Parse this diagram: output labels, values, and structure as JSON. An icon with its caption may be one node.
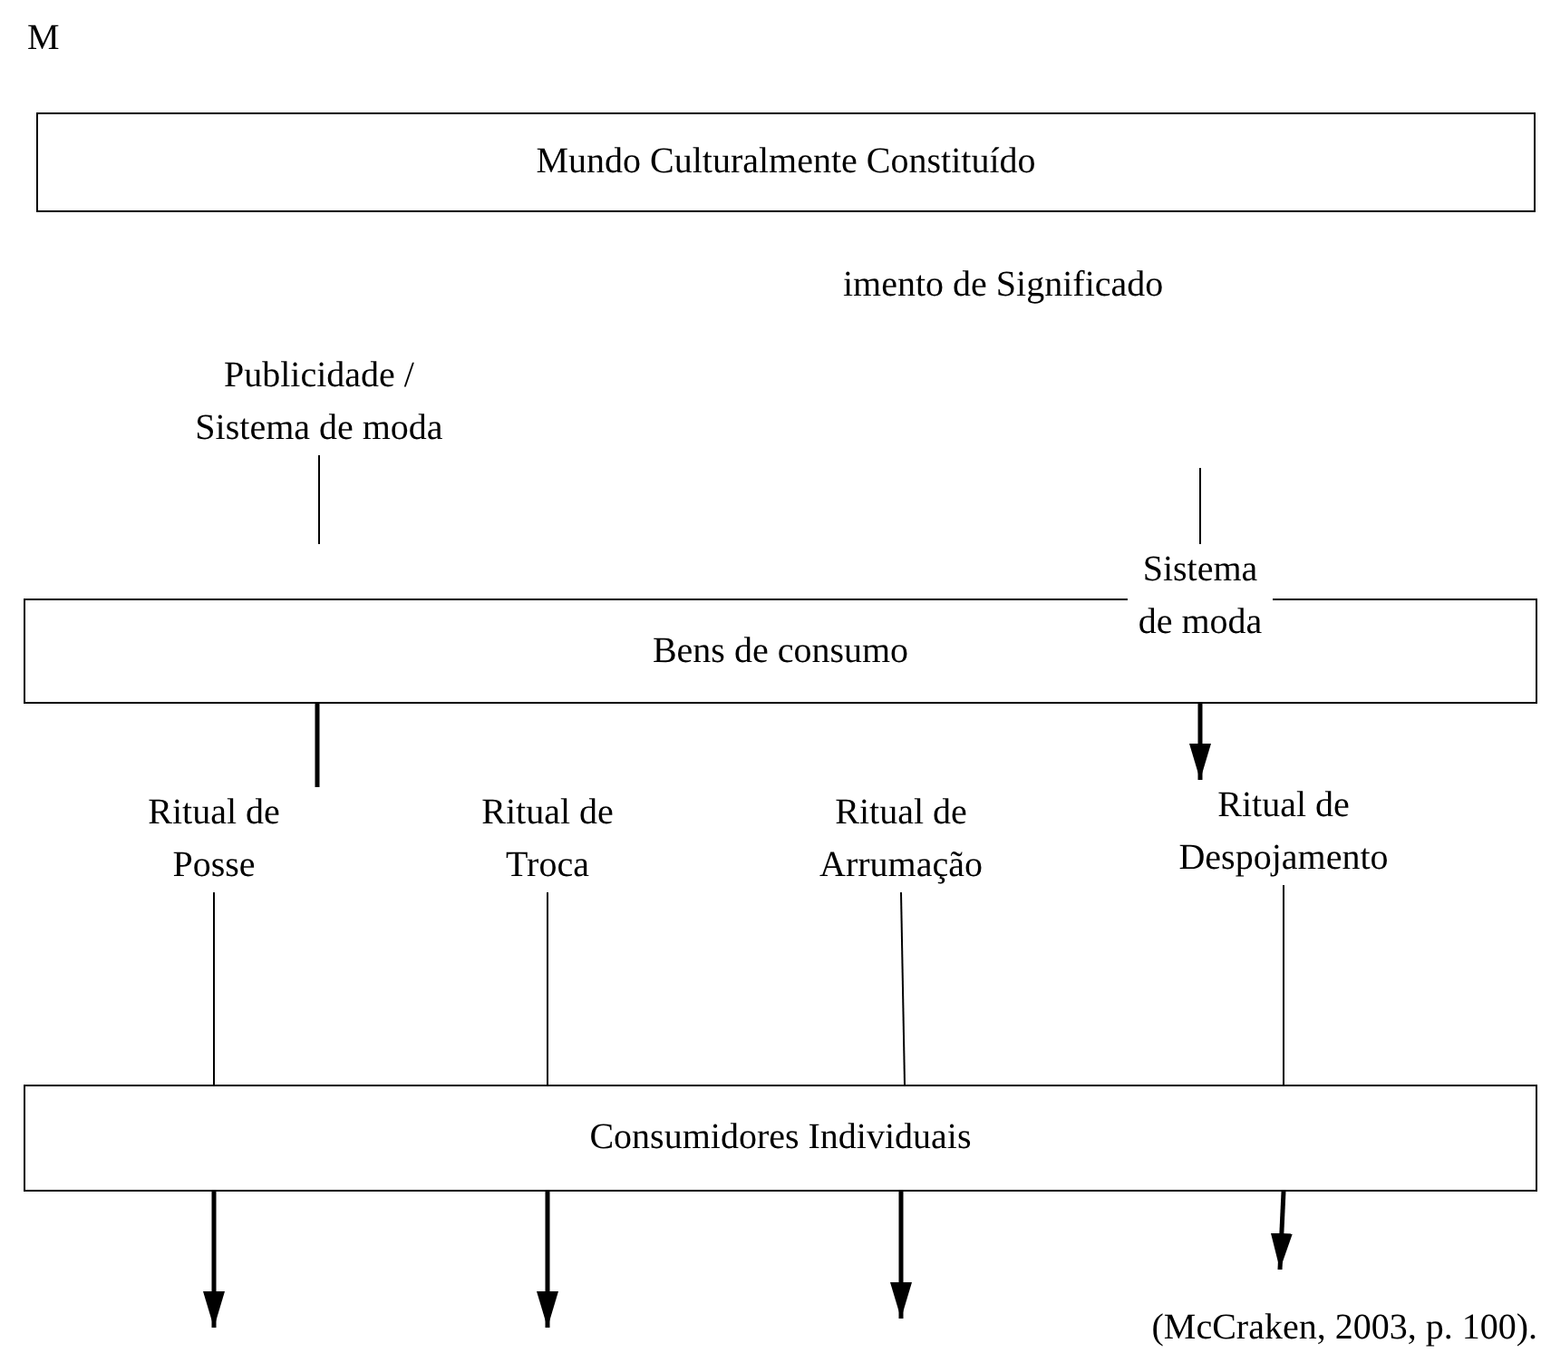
{
  "diagram": {
    "nodes": [
      {
        "text": [
          "Mundo Culturalmente Constituído"
        ]
      },
      {
        "text": [
          "Publicidade / Sistema de moda"
        ]
      },
      {
        "text": [
          "Bens de consumo"
        ]
      },
      {
        "text": [
          "Sistema de moda"
        ]
      },
      {
        "text": [
          "Ritual de Posse"
        ]
      },
      {
        "text": [
          "Ritual de Troca"
        ]
      },
      {
        "text": [
          "Ritual de Arrumação"
        ]
      },
      {
        "text": [
          "Ritual de Despojamento"
        ]
      },
      {
        "text": [
          "Consumidores Individuais"
        ]
      }
    ],
    "edges": [
      {
        "from": 1,
        "to": null,
        "arrow": "none"
      },
      {
        "from": null,
        "to": 3,
        "arrow": "none"
      },
      {
        "from": 2,
        "to": 7,
        "arrow": "to",
        "style": "thick"
      },
      {
        "from": 2,
        "to": 4,
        "arrow": "none",
        "style": "thick"
      },
      {
        "from": 4,
        "to": 8,
        "arrow": "none"
      },
      {
        "from": 5,
        "to": 8,
        "arrow": "none"
      },
      {
        "from": 6,
        "to": 8,
        "arrow": "none"
      },
      {
        "from": 7,
        "to": 8,
        "arrow": "none"
      },
      {
        "from": 8,
        "to": null,
        "arrow": "to",
        "style": "thick"
      },
      {
        "from": 8,
        "to": null,
        "arrow": "to",
        "style": "thick"
      },
      {
        "from": 8,
        "to": null,
        "arrow": "to",
        "style": "thick"
      },
      {
        "from": 8,
        "to": null,
        "arrow": "to",
        "style": "thick"
      }
    ],
    "labels": [
      "M",
      "imento de Significado",
      "(McCraken, 2003, p. 100)."
    ]
  }
}
